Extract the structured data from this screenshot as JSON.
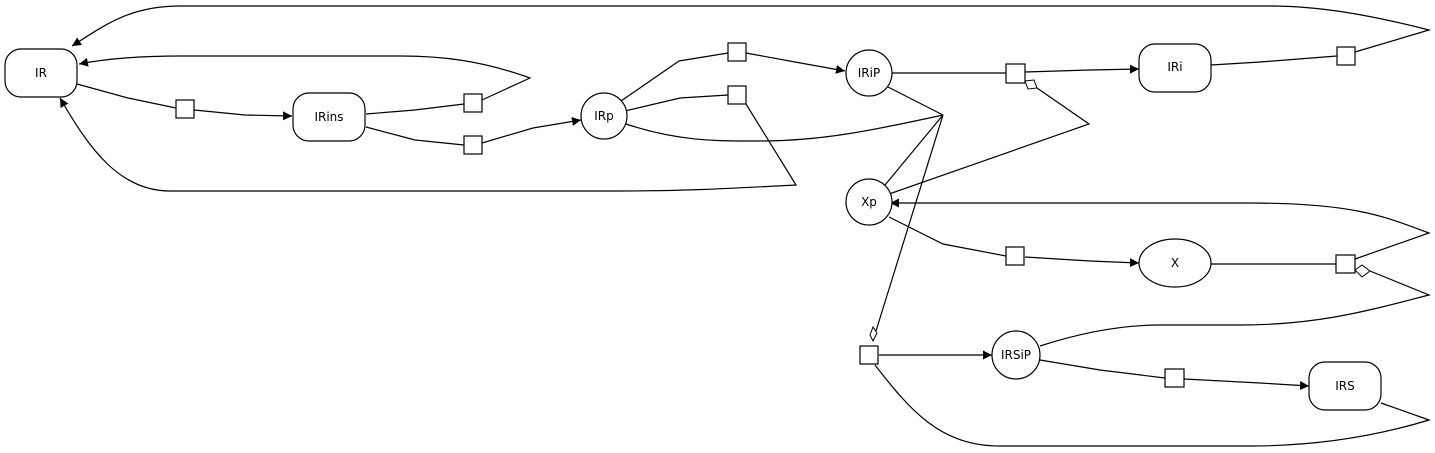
{
  "diagram": {
    "type": "reaction-network",
    "nodes": [
      {
        "id": "IR",
        "label": "IR",
        "shape": "rounded-rect"
      },
      {
        "id": "IRins",
        "label": "IRins",
        "shape": "rounded-rect"
      },
      {
        "id": "IRp",
        "label": "IRp",
        "shape": "circle"
      },
      {
        "id": "IRiP",
        "label": "IRiP",
        "shape": "circle"
      },
      {
        "id": "IRi",
        "label": "IRi",
        "shape": "rounded-rect"
      },
      {
        "id": "Xp",
        "label": "Xp",
        "shape": "circle"
      },
      {
        "id": "X",
        "label": "X",
        "shape": "ellipse"
      },
      {
        "id": "IRSiP",
        "label": "IRSiP",
        "shape": "circle"
      },
      {
        "id": "IRS",
        "label": "IRS",
        "shape": "rounded-rect"
      }
    ],
    "reactions": [
      {
        "id": "r1",
        "from": [
          "IR"
        ],
        "to": [
          "IRins"
        ],
        "modifiers": []
      },
      {
        "id": "r2",
        "from": [
          "IRins"
        ],
        "to": [
          "IR"
        ],
        "modifiers": []
      },
      {
        "id": "r3",
        "from": [
          "IRins"
        ],
        "to": [
          "IRp"
        ],
        "modifiers": []
      },
      {
        "id": "r4",
        "from": [
          "IRp"
        ],
        "to": [
          "IRiP"
        ],
        "modifiers": []
      },
      {
        "id": "r5",
        "from": [
          "IRp"
        ],
        "to": [
          "IR"
        ],
        "modifiers": []
      },
      {
        "id": "r6",
        "from": [
          "IRiP"
        ],
        "to": [
          "IRi"
        ],
        "modifiers": [
          "Xp"
        ]
      },
      {
        "id": "r7",
        "from": [
          "IRi"
        ],
        "to": [
          "IR"
        ],
        "modifiers": []
      },
      {
        "id": "r8",
        "from": [
          "Xp"
        ],
        "to": [
          "X"
        ],
        "modifiers": []
      },
      {
        "id": "r9",
        "from": [
          "X"
        ],
        "to": [
          "Xp"
        ],
        "modifiers": [
          "IRSiP"
        ]
      },
      {
        "id": "r10",
        "from": [
          "IRS"
        ],
        "to": [
          "IRSiP"
        ],
        "modifiers": [
          "IRp",
          "IRiP"
        ]
      },
      {
        "id": "r11",
        "from": [
          "IRSiP"
        ],
        "to": [
          "IRS"
        ],
        "modifiers": []
      }
    ]
  }
}
